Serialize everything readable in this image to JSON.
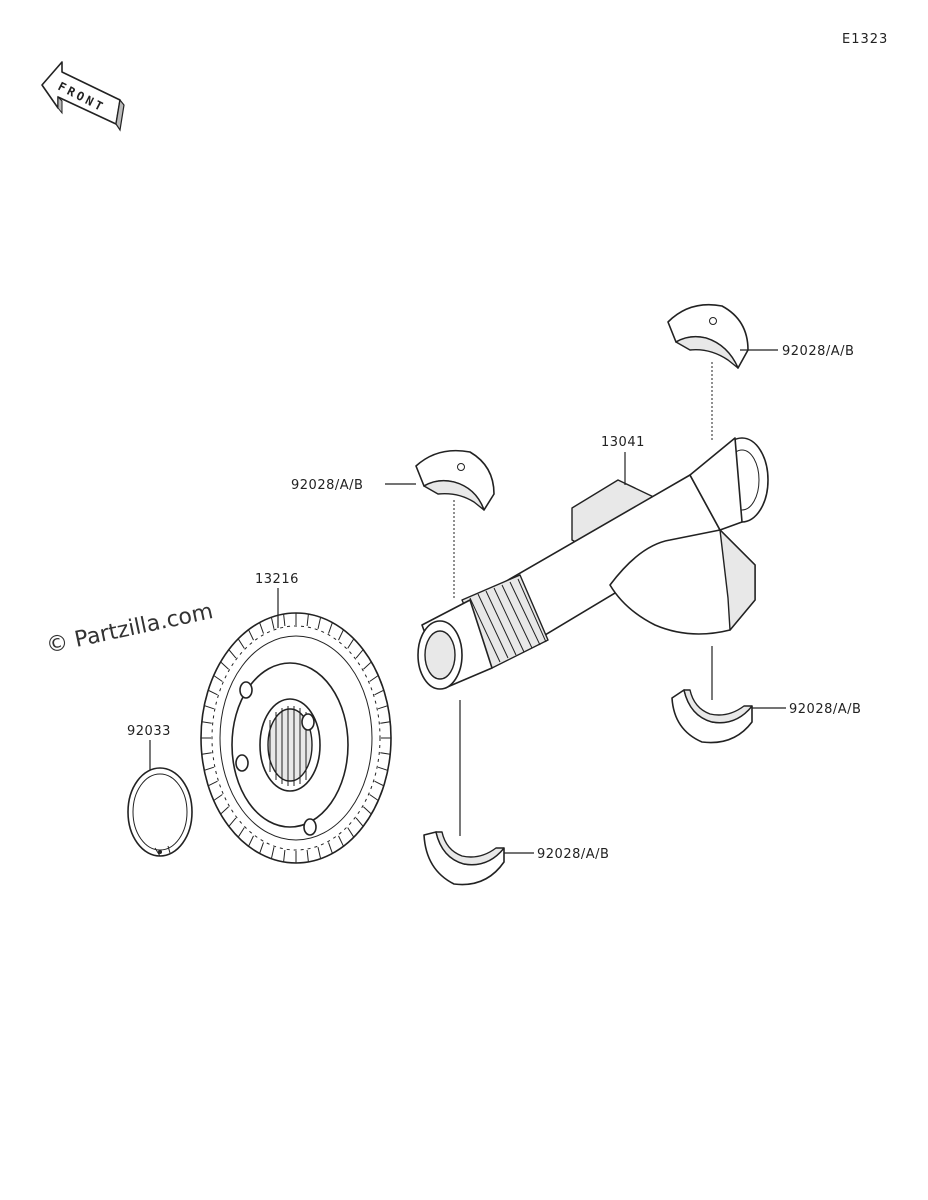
{
  "diagram": {
    "code": "E1323",
    "front_label": "FRONT",
    "watermark": "© Partzilla.com",
    "parts": {
      "shaft": "13041",
      "gear": "13216",
      "ring": "92033",
      "bearing_top": "92028/A/B",
      "bearing_left": "92028/A/B",
      "bearing_right": "92028/A/B",
      "bearing_bottom": "92028/A/B"
    }
  }
}
